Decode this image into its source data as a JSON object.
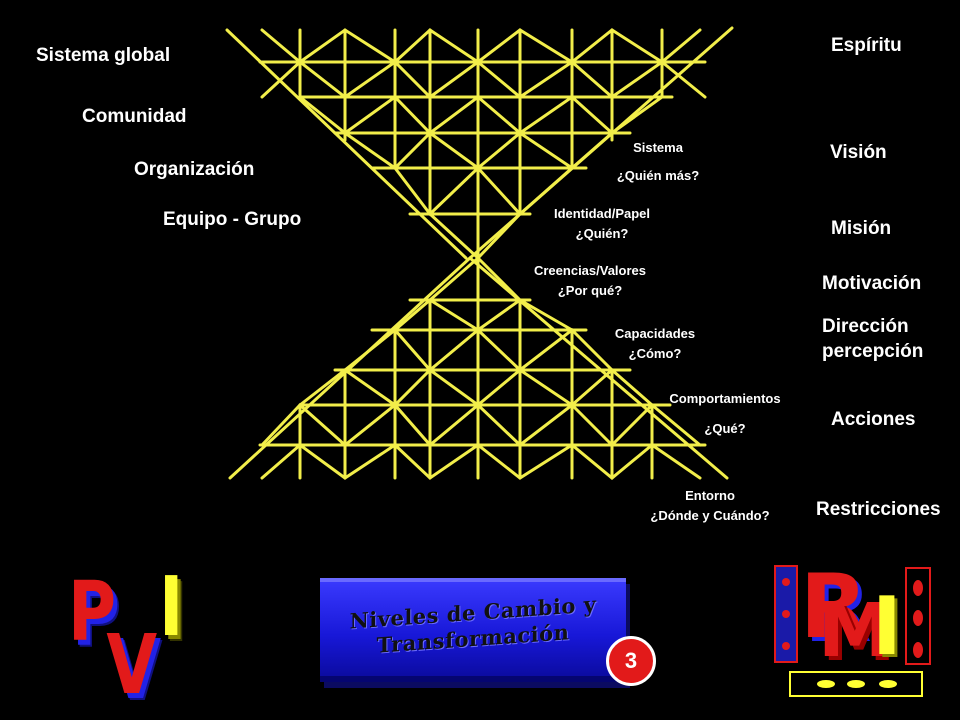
{
  "left_labels": [
    "Sistema global",
    "Comunidad",
    "Organización",
    "Equipo - Grupo"
  ],
  "right_labels": [
    "Espíritu",
    "Visión",
    "Misión",
    "Motivación",
    "Dirección",
    "percepción",
    "Acciones",
    "Restricciones"
  ],
  "center_labels": [
    {
      "title": "Sistema",
      "question": "¿Quién más?"
    },
    {
      "title": "Identidad/Papel",
      "question": "¿Quién?"
    },
    {
      "title": "Creencias/Valores",
      "question": "¿Por qué?"
    },
    {
      "title": "Capacidades",
      "question": "¿Cómo?"
    },
    {
      "title": "Comportamientos",
      "question": "¿Qué?"
    },
    {
      "title": "Entorno",
      "question": "¿Dónde y Cuándo?"
    }
  ],
  "title_plate": {
    "line1": "Niveles de Cambio y",
    "line2": "Transformación"
  },
  "slide_number": "3",
  "logos": {
    "left": [
      "P",
      "V",
      "I"
    ],
    "right": [
      "R",
      "M",
      "I"
    ]
  },
  "colors": {
    "background": "#000000",
    "lattice": "#f2ee4a",
    "text": "#ffffff",
    "plate": "#2222e6",
    "badge": "#e21a1a",
    "logo_red": "#e21a1a",
    "logo_yellow": "#ffff33"
  }
}
